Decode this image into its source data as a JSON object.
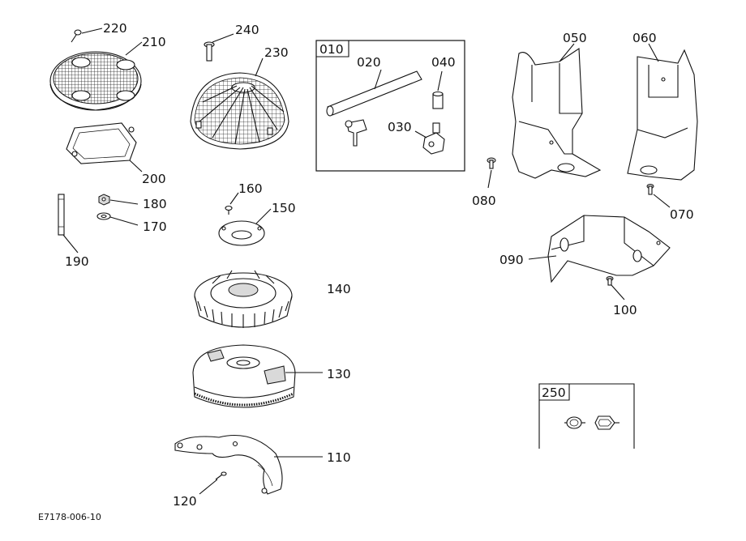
{
  "labels": {
    "p010": "010",
    "p020": "020",
    "p030": "030",
    "p040": "040",
    "p050": "050",
    "p060": "060",
    "p070": "070",
    "p080": "080",
    "p090": "090",
    "p100": "100",
    "p110": "110",
    "p120": "120",
    "p130": "130",
    "p140": "140",
    "p150": "150",
    "p160": "160",
    "p170": "170",
    "p180": "180",
    "p190": "190",
    "p200": "200",
    "p210": "210",
    "p220": "220",
    "p230": "230",
    "p240": "240",
    "p250": "250"
  },
  "drawing_code": "E7178-006-10"
}
